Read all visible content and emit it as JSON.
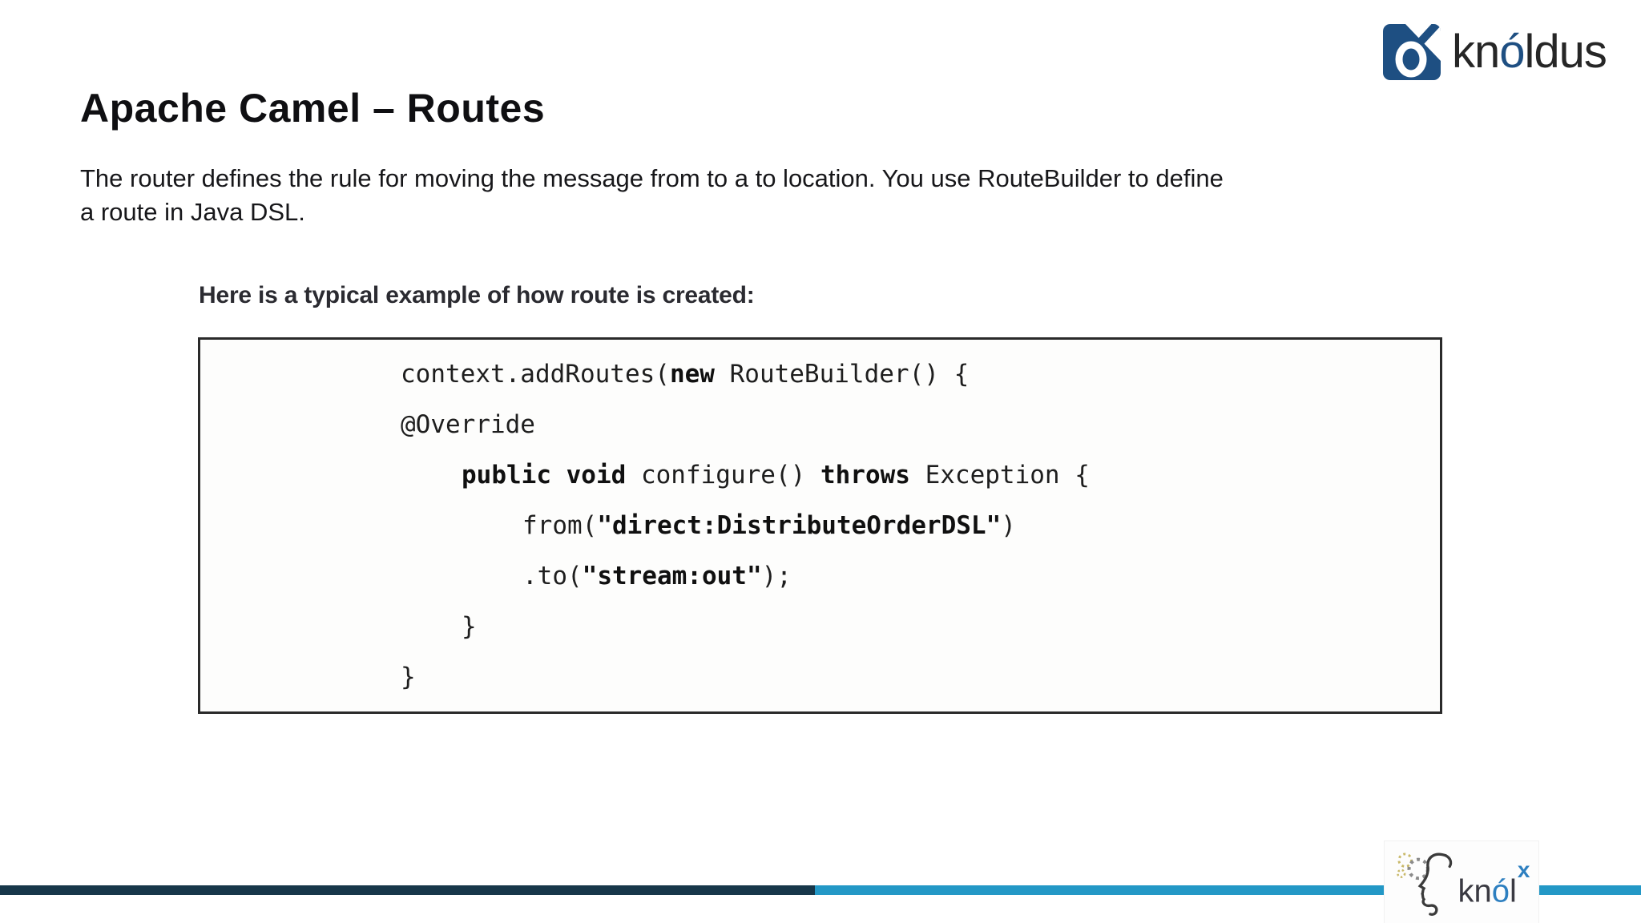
{
  "slide": {
    "title": "Apache Camel – Routes",
    "intro_lines": [
      "The router defines the rule for moving the message from to a to location. You use RouteBuilder to define",
      "a route in Java DSL."
    ],
    "intro_full": "The router defines the rule for moving the message from to a to location. You use RouteBuilder to define a route in Java DSL.",
    "example_caption": "Here is a typical example of how route is created:"
  },
  "brand": {
    "name": "knoldus",
    "word_pre": "kn",
    "word_accent": "ó",
    "word_post": "ldus",
    "blue": "#1e4f82",
    "text_color": "#262626"
  },
  "code": {
    "lines": [
      {
        "indent": 0,
        "segments": [
          {
            "text": "context.addRoutes(",
            "bold": false
          },
          {
            "text": "new",
            "bold": true
          },
          {
            "text": " RouteBuilder() {",
            "bold": false
          }
        ]
      },
      {
        "indent": 0,
        "segments": [
          {
            "text": "@Override",
            "bold": false
          }
        ]
      },
      {
        "indent": 1,
        "segments": [
          {
            "text": "public void",
            "bold": true
          },
          {
            "text": " configure() ",
            "bold": false
          },
          {
            "text": "throws",
            "bold": true
          },
          {
            "text": " Exception {",
            "bold": false
          }
        ]
      },
      {
        "indent": 2,
        "segments": [
          {
            "text": "from(",
            "bold": false
          },
          {
            "text": "\"direct:DistributeOrderDSL\"",
            "bold": true
          },
          {
            "text": ")",
            "bold": false
          }
        ]
      },
      {
        "indent": 2,
        "segments": [
          {
            "text": ".to(",
            "bold": false
          },
          {
            "text": "\"stream:out\"",
            "bold": true
          },
          {
            "text": ");",
            "bold": false
          }
        ]
      },
      {
        "indent": 1,
        "segments": [
          {
            "text": "}",
            "bold": false
          }
        ]
      },
      {
        "indent": 0,
        "segments": [
          {
            "text": "}",
            "bold": false
          }
        ]
      }
    ]
  },
  "footer": {
    "bar_dark_color": "#17374a",
    "bar_light_color": "#2398c6",
    "knolx": {
      "pre": "kn",
      "accent": "ó",
      "post": "l",
      "sup": "x",
      "accent_color": "#2d7fc0",
      "text_color": "#3a3a42"
    }
  }
}
